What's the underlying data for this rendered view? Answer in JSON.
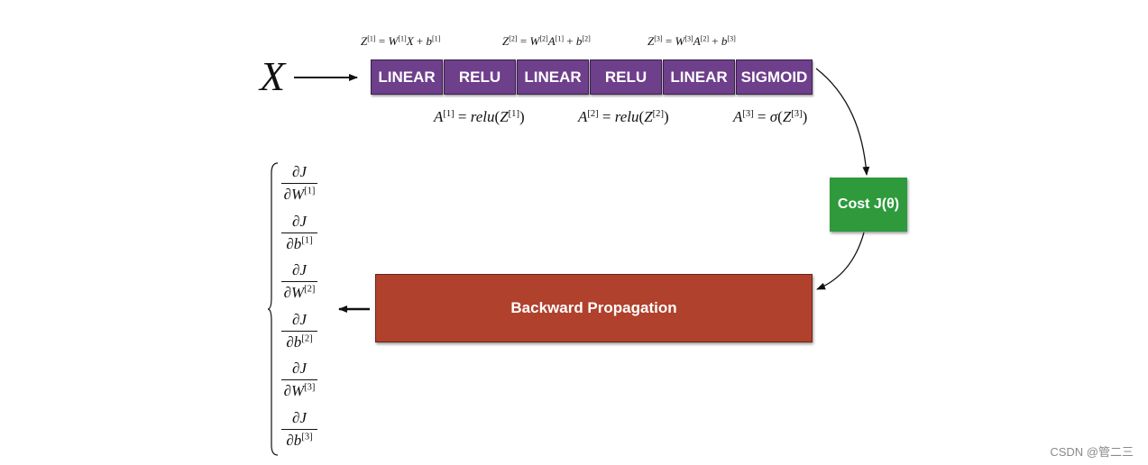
{
  "input": {
    "symbol": "X"
  },
  "layers": [
    {
      "label": "LINEAR",
      "color": "#6e3f8b"
    },
    {
      "label": "RELU",
      "color": "#6e3f8b"
    },
    {
      "label": "LINEAR",
      "color": "#6e3f8b"
    },
    {
      "label": "RELU",
      "color": "#6e3f8b"
    },
    {
      "label": "LINEAR",
      "color": "#6e3f8b"
    },
    {
      "label": "SIGMOID",
      "color": "#6e3f8b"
    }
  ],
  "forward_equations": {
    "z1": {
      "lhs": "Z",
      "sup_lhs": "[1]",
      "rhs_w": "W",
      "sup_w": "[1]",
      "rhs_in": "X",
      "sup_in": "",
      "rhs_b": "b",
      "sup_b": "[1]"
    },
    "z2": {
      "lhs": "Z",
      "sup_lhs": "[2]",
      "rhs_w": "W",
      "sup_w": "[2]",
      "rhs_in": "A",
      "sup_in": "[1]",
      "rhs_b": "b",
      "sup_b": "[2]"
    },
    "z3": {
      "lhs": "Z",
      "sup_lhs": "[3]",
      "rhs_w": "W",
      "sup_w": "[3]",
      "rhs_in": "A",
      "sup_in": "[2]",
      "rhs_b": "b",
      "sup_b": "[3]"
    }
  },
  "activation_equations": {
    "a1": {
      "lhs": "A",
      "sup_lhs": "[1]",
      "fn": "relu",
      "arg": "Z",
      "sup_arg": "[1]"
    },
    "a2": {
      "lhs": "A",
      "sup_lhs": "[2]",
      "fn": "relu",
      "arg": "Z",
      "sup_arg": "[2]"
    },
    "a3": {
      "lhs": "A",
      "sup_lhs": "[3]",
      "fn": "σ",
      "arg": "Z",
      "sup_arg": "[3]"
    }
  },
  "cost": {
    "label": "Cost J(θ)",
    "color": "#2e9a3c"
  },
  "backward": {
    "label": "Backward Propagation",
    "color": "#b0412d"
  },
  "gradients": [
    {
      "num": "∂J",
      "den": "∂W",
      "sup": "[1]"
    },
    {
      "num": "∂J",
      "den": "∂b",
      "sup": "[1]"
    },
    {
      "num": "∂J",
      "den": "∂W",
      "sup": "[2]"
    },
    {
      "num": "∂J",
      "den": "∂b",
      "sup": "[2]"
    },
    {
      "num": "∂J",
      "den": "∂W",
      "sup": "[3]"
    },
    {
      "num": "∂J",
      "den": "∂b",
      "sup": "[3]"
    }
  ],
  "watermark": "CSDN @管二三"
}
